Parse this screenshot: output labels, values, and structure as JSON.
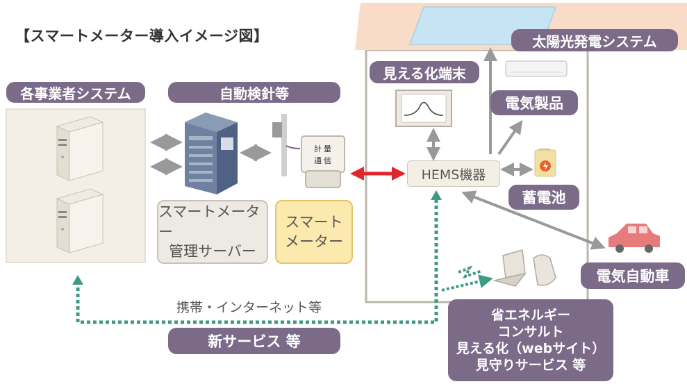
{
  "title": "【スマートメーター導入イメージ図】",
  "labels": {
    "business_system": "各事業者システム",
    "auto_meter_reading": "自動検針等",
    "smart_meter_server_line1": "スマートメーター",
    "smart_meter_server_line2": "管理サーバー",
    "smart_meter_line1": "スマート",
    "smart_meter_line2": "メーター",
    "meter_text_line1": "計量",
    "meter_text_line2": "通信",
    "visualization_terminal": "見える化端末",
    "solar_system": "太陽光発電システム",
    "appliances": "電気製品",
    "hems": "HEMS機器",
    "battery": "蓄電池",
    "ev": "電気自動車",
    "mobile_internet": "携帯・インターネット等",
    "new_services": "新サービス 等",
    "consult_line1": "省エネルギー",
    "consult_line2": "コンサルト",
    "consult_line3": "見える化（webサイト）",
    "consult_line4": "見守りサービス 等"
  },
  "colors": {
    "pill": "#7b6a88",
    "house_roof": "#f8dcc8",
    "solar_panel": "#c6e4f4",
    "red_arrow": "#e0262b",
    "dotted_line": "#3e9a84",
    "gray_arrow": "#999999",
    "meter_yellow": "#fbe9ad",
    "server_gray": "#ede9e3"
  }
}
